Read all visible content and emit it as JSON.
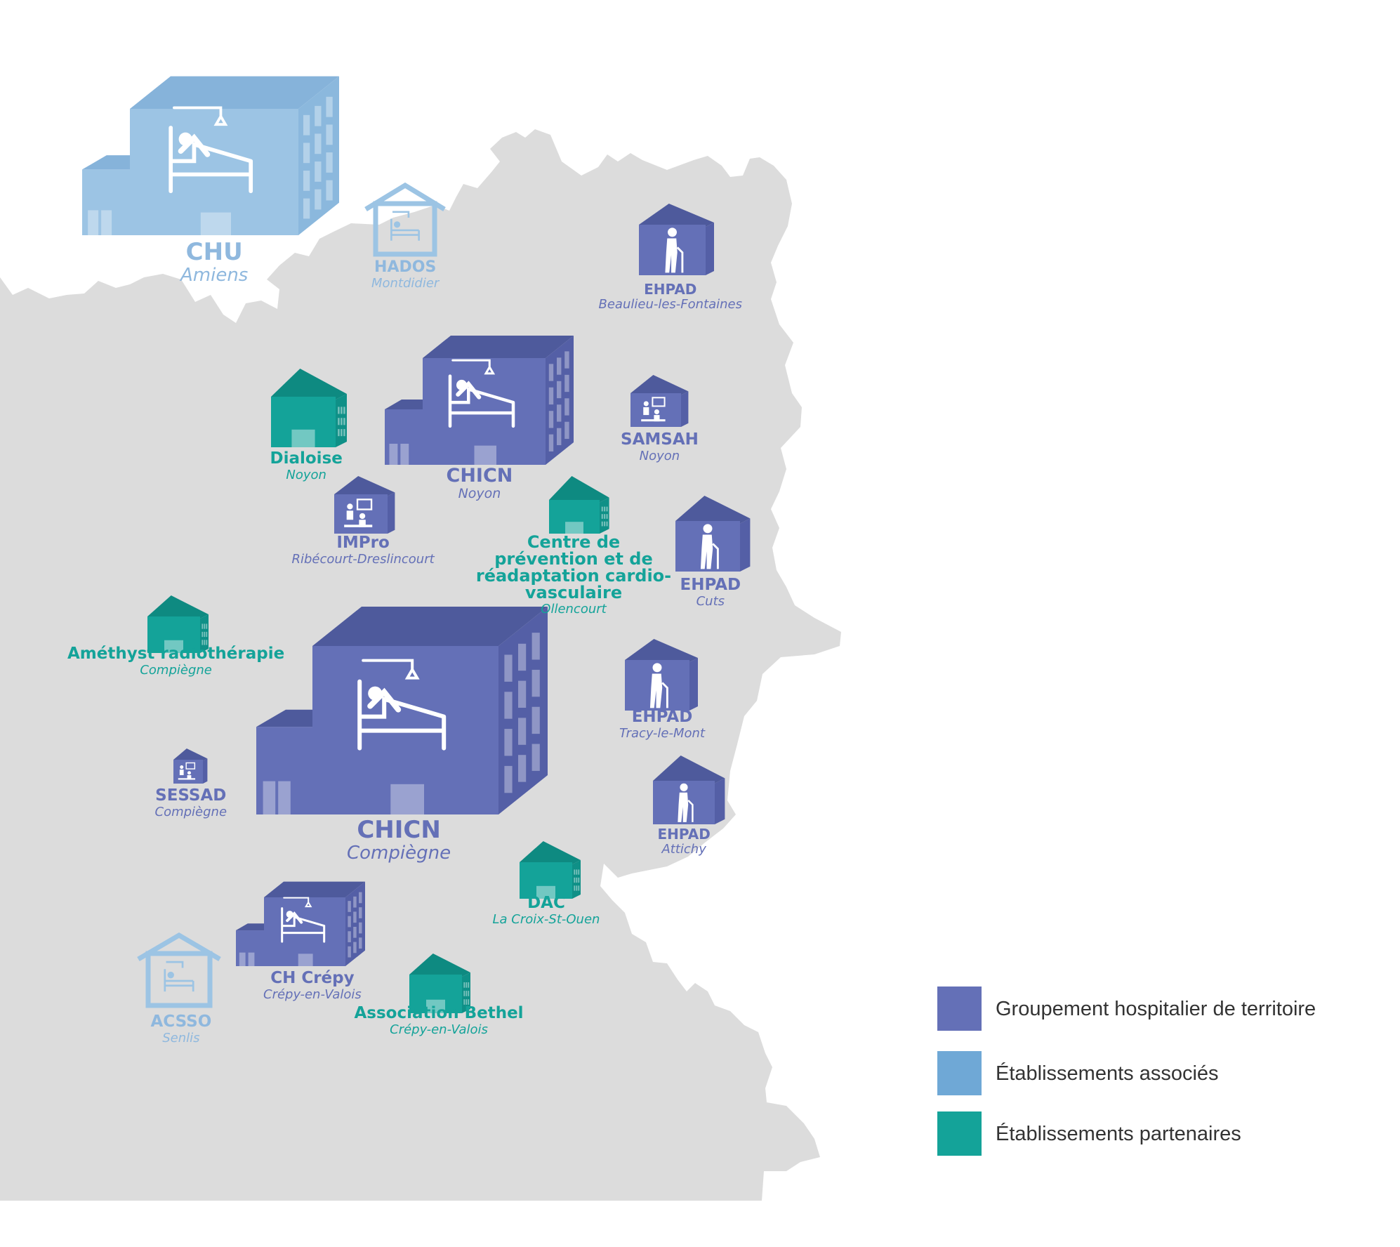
{
  "colors": {
    "map": "#dcdcdc",
    "ght": "#6470b7",
    "ght_top": "#4e5a9c",
    "ght_side": "#545fa6",
    "associes": "#9cc4e4",
    "associes_top": "#86b3da",
    "associes_side": "#8bb8dd",
    "partenaires": "#14a399",
    "partenaires_top": "#0e8a81",
    "partenaires_side": "#0f9087",
    "ght_text": "#6470b7",
    "associes_text": "#8fb8de",
    "partenaires_text": "#14a399"
  },
  "establishments": [
    {
      "name": "CHU",
      "city": "Amiens",
      "group": "associes"
    },
    {
      "name": "HADOS",
      "city": "Montdidier",
      "group": "associes"
    },
    {
      "name": "EHPAD",
      "city": "Beaulieu-les-Fontaines",
      "group": "ght"
    },
    {
      "name": "Dialoise",
      "city": "Noyon",
      "group": "partenaires"
    },
    {
      "name": "CHICN",
      "city": "Noyon",
      "group": "ght"
    },
    {
      "name": "SAMSAH",
      "city": "Noyon",
      "group": "ght"
    },
    {
      "name": "IMPro",
      "city": "Ribécourt-Dreslincourt",
      "group": "ght"
    },
    {
      "name": "Centre de prévention et de réadaptation cardio-vasculaire",
      "city": "Ollencourt",
      "group": "partenaires"
    },
    {
      "name": "EHPAD",
      "city": "Cuts",
      "group": "ght"
    },
    {
      "name": "Améthyst radiothérapie",
      "city": "Compiègne",
      "group": "partenaires"
    },
    {
      "name": "CHICN",
      "city": "Compiègne",
      "group": "ght"
    },
    {
      "name": "EHPAD",
      "city": "Tracy-le-Mont",
      "group": "ght"
    },
    {
      "name": "SESSAD",
      "city": "Compiègne",
      "group": "ght"
    },
    {
      "name": "EHPAD",
      "city": "Attichy",
      "group": "ght"
    },
    {
      "name": "DAC",
      "city": "La Croix-St-Ouen",
      "group": "partenaires"
    },
    {
      "name": "CH Crépy",
      "city": "Crépy-en-Valois",
      "group": "ght"
    },
    {
      "name": "Association Bethel",
      "city": "Crépy-en-Valois",
      "group": "partenaires"
    },
    {
      "name": "ACSSO",
      "city": "Senlis",
      "group": "associes"
    }
  ],
  "legend": [
    {
      "label": "Groupement hospitalier de territoire",
      "color": "#6470b7"
    },
    {
      "label": "Établissements associés",
      "color": "#6fa8d6"
    },
    {
      "label": "Établissements partenaires",
      "color": "#14a399"
    }
  ]
}
